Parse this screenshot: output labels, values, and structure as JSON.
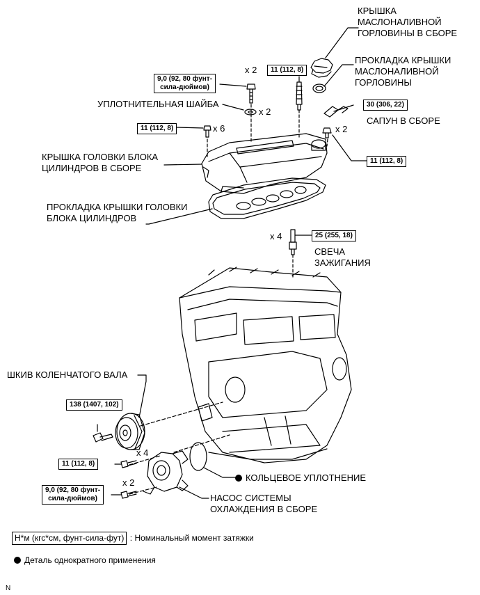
{
  "labels": {
    "oil_filler_cap": [
      "КРЫШКА",
      "МАСЛОНАЛИВНОЙ",
      "ГОРЛОВИНЫ В СБОРЕ"
    ],
    "oil_filler_gasket": [
      "ПРОКЛАДКА КРЫШКИ",
      "МАСЛОНАЛИВНОЙ",
      "ГОРЛОВИНЫ"
    ],
    "seal_washer": "УПЛОТНИТЕЛЬНАЯ ШАЙБА",
    "breather": "САПУН В СБОРЕ",
    "head_cover": [
      "КРЫШКА ГОЛОВКИ БЛОКА",
      "ЦИЛИНДРОВ В СБОРЕ"
    ],
    "head_cover_gasket": [
      "ПРОКЛАДКА КРЫШКИ ГОЛОВКИ",
      "БЛОКА ЦИЛИНДРОВ"
    ],
    "spark_plug": [
      "СВЕЧА",
      "ЗАЖИГАНИЯ"
    ],
    "crank_pulley": "ШКИВ КОЛЕНЧАТОГО ВАЛА",
    "o_ring": "КОЛЬЦЕВОЕ УПЛОТНЕНИЕ",
    "water_pump": [
      "НАСОС СИСТЕМЫ",
      "ОХЛАЖДЕНИЯ В СБОРЕ"
    ]
  },
  "torques": {
    "cover_bolt": [
      "9,0 (92, 80 фунт-",
      "сила-дюймов)"
    ],
    "stud_top": "11 (112, 8)",
    "breather": "30 (306, 22)",
    "cover_nut_left": "11 (112, 8)",
    "cover_nut_right": "11 (112, 8)",
    "spark_plug": "25 (255, 18)",
    "crank_pulley": "138 (1407, 102)",
    "pump_bolt": "11 (112, 8)",
    "pump_bolt2": [
      "9,0 (92, 80 фунт-",
      "сила-дюймов)"
    ]
  },
  "multipliers": {
    "cover_bolt": "x 2",
    "seal_washer": "x 2",
    "cover_nut_left": "x 6",
    "cover_nut_right": "x 2",
    "spark_plug": "x 4",
    "pump_bolt": "x 4",
    "pump_bolt2": "x 2"
  },
  "legend": {
    "torque_box": "Н*м (кгс*см, фунт-сила-фут)",
    "torque_text": ": Номинальный момент затяжки",
    "single_use": "Деталь однократного применения"
  },
  "footer_code": "N"
}
